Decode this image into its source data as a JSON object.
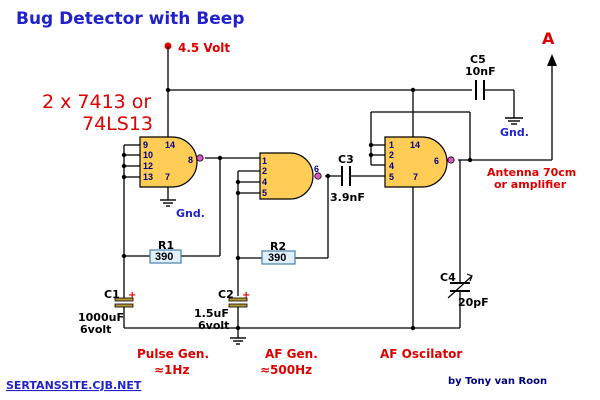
{
  "title": "Bug Detector with Beep",
  "supply_label": "4.5 Volt",
  "ic_label_line1": "2 x 7413 or",
  "ic_label_line2": "74LS13",
  "antenna_marker": "A",
  "antenna_caption_line1": "Antenna 70cm",
  "antenna_caption_line2": "or amplifier",
  "gates": [
    {
      "pins": [
        "14",
        "9",
        "10",
        "12",
        "13",
        "7",
        "8"
      ]
    },
    {
      "pins": [
        "1",
        "2",
        "4",
        "5",
        "6"
      ]
    },
    {
      "pins": [
        "1",
        "2",
        "4",
        "5",
        "14",
        "7",
        "6"
      ]
    }
  ],
  "ground_label": "Gnd.",
  "components": {
    "r1": {
      "name": "R1",
      "value": "390"
    },
    "r2": {
      "name": "R2",
      "value": "390"
    },
    "c1": {
      "name": "C1",
      "value": "1000uF",
      "rating": "6volt",
      "polarity": "+"
    },
    "c2": {
      "name": "C2",
      "value": "1.5uF",
      "rating": "6volt",
      "polarity": "+"
    },
    "c3": {
      "name": "C3",
      "value": "3.9nF"
    },
    "c4": {
      "name": "C4",
      "value": "20pF"
    },
    "c5": {
      "name": "C5",
      "value": "10nF"
    }
  },
  "sections": [
    {
      "name": "Pulse Gen.",
      "freq": "≈1Hz"
    },
    {
      "name": "AF Gen.",
      "freq": "≈500Hz"
    },
    {
      "name": "AF Oscilator",
      "freq": ""
    }
  ],
  "footer_link": "SERTANSSITE.CJB.NET",
  "author": "by Tony van Roon",
  "colors": {
    "title": "#2222cc",
    "label_red": "#dd0000",
    "label_blue": "#2222cc",
    "gate_fill": "#ffcc55",
    "bubble": "#dd55cc",
    "resistor_fill": "#e0f0ff",
    "resistor_stroke": "#4a7ea8"
  }
}
